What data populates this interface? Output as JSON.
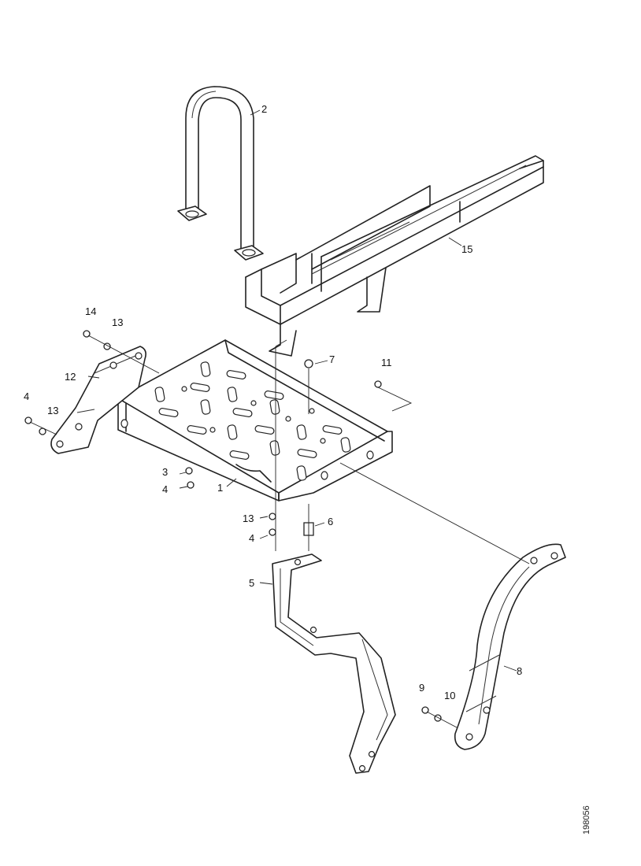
{
  "callouts": {
    "c1": "1",
    "c2": "2",
    "c3": "3",
    "c4a": "4",
    "c4b": "4",
    "c4c": "4",
    "c5": "5",
    "c6": "6",
    "c7": "7",
    "c8": "8",
    "c9": "9",
    "c10": "10",
    "c11": "11",
    "c12": "12",
    "c13a": "13",
    "c13b": "13",
    "c13c": "13",
    "c14": "14",
    "c15": "15"
  },
  "document_id": "198056"
}
